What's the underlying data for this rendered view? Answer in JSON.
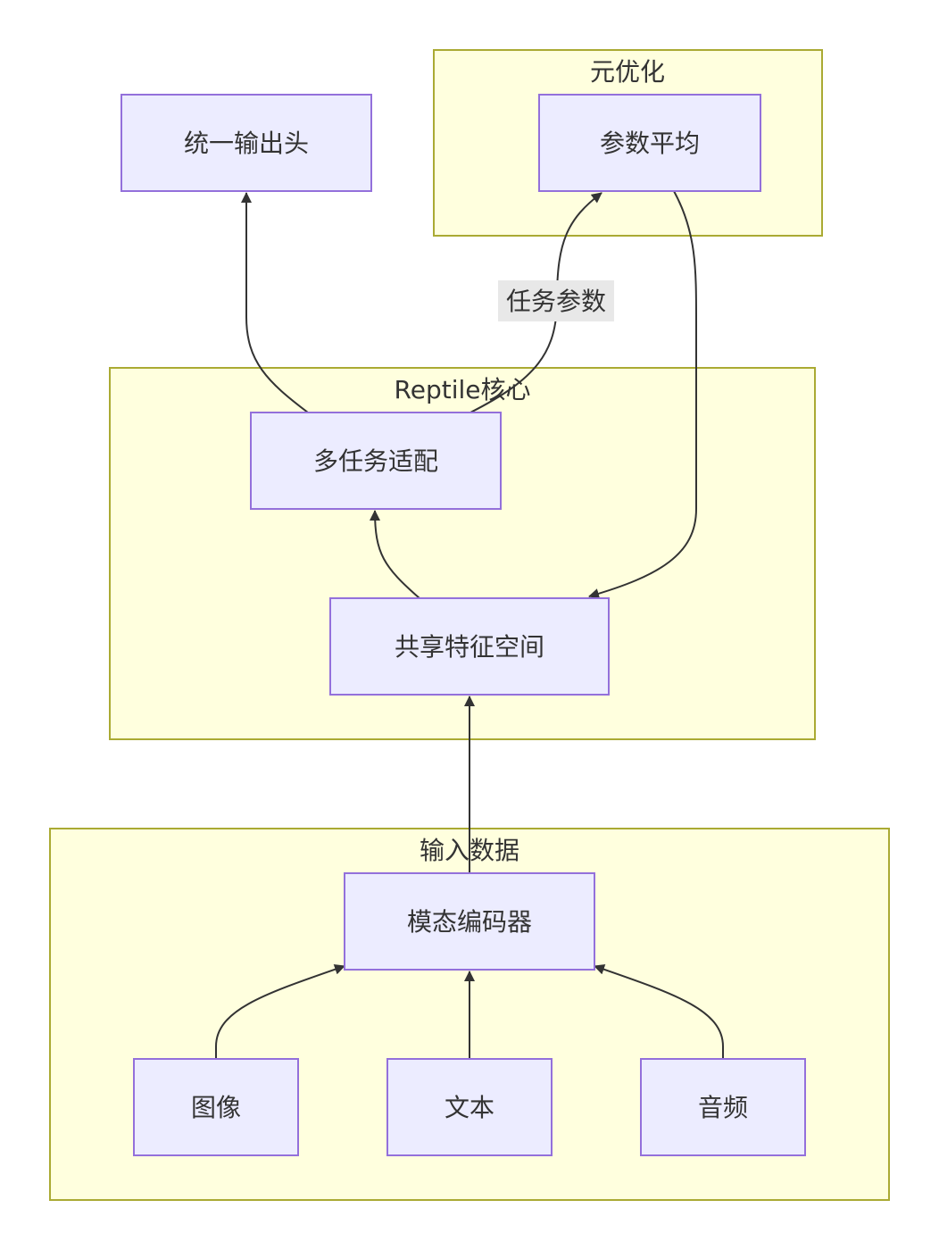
{
  "clusters": {
    "meta": "元优化",
    "core": "Reptile核心",
    "input": "输入数据"
  },
  "nodes": {
    "unified_head": "统一输出头",
    "param_avg": "参数平均",
    "multitask": "多任务适配",
    "shared": "共享特征空间",
    "encoder": "模态编码器",
    "image": "图像",
    "text": "文本",
    "audio": "音频"
  },
  "edge_labels": {
    "task_params": "任务参数"
  },
  "colors": {
    "cluster_fill": "#ffffde",
    "cluster_stroke": "#aaaa33",
    "node_fill": "#ececff",
    "node_stroke": "#9370db",
    "edge": "#333333"
  }
}
